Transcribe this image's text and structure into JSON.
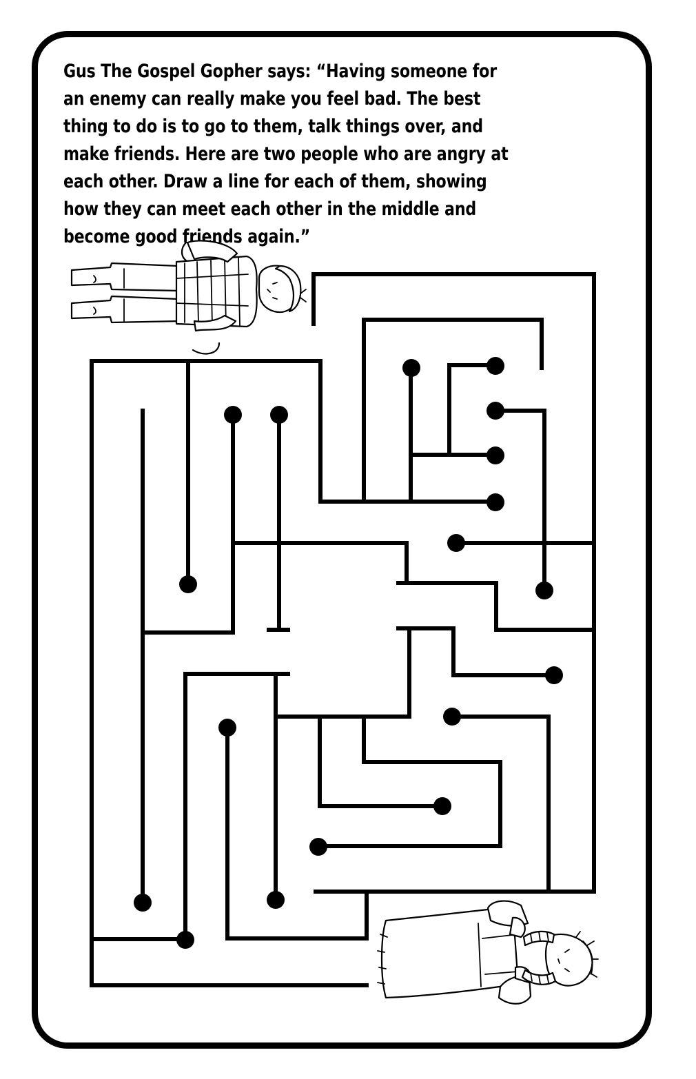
{
  "puzzle": {
    "speaker": "Gus The Gospel Gopher says:",
    "message": "“Having someone for an enemy can really make you feel bad. The best thing to do is to go to them, talk things over, and make friends. Here are two people who are angry at each other. Draw a line for each of them, showing how they can meet each other in the middle and become good friends again.”"
  },
  "illustrations": {
    "top_figure": "angry-boy-figure",
    "bottom_figure": "angry-girl-figure"
  },
  "colors": {
    "ink": "#000000",
    "paper": "#ffffff"
  }
}
